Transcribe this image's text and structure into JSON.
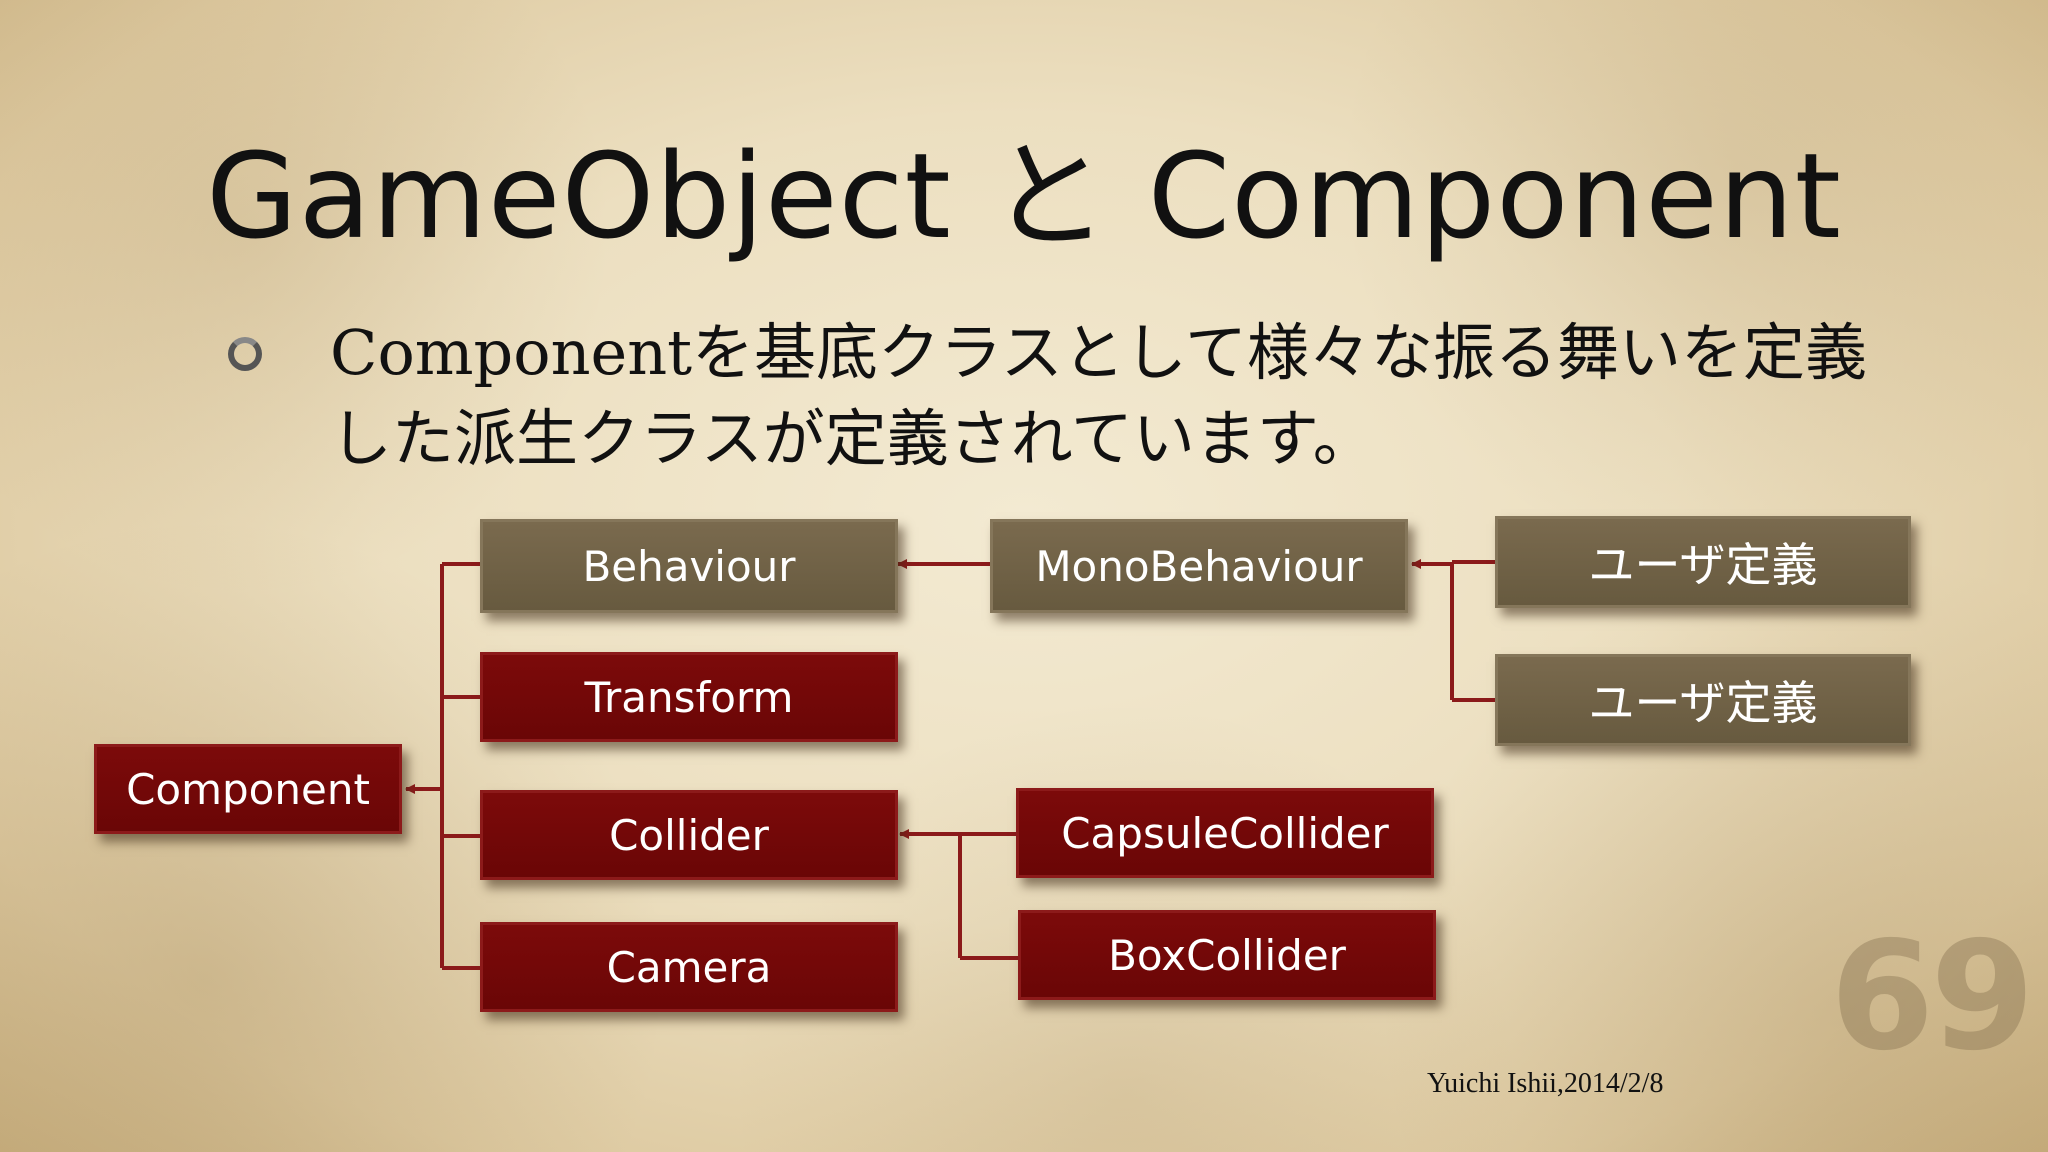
{
  "slide": {
    "title": "GameObject と Component",
    "bullet": "Componentを基底クラスとして様々な振る舞いを定義した派生クラスが定義されています。",
    "page_number": "69",
    "credit": "Yuichi Ishii,2014/2/8"
  },
  "diagram": {
    "nodes": {
      "component": "Component",
      "behaviour": "Behaviour",
      "transform": "Transform",
      "collider": "Collider",
      "camera": "Camera",
      "monobehaviour": "MonoBehaviour",
      "user_defined_1": "ユーザ定義",
      "user_defined_2": "ユーザ定義",
      "capsule_collider": "CapsuleCollider",
      "box_collider": "BoxCollider"
    },
    "colors": {
      "builtin": "#7c0a0a",
      "script": "#7a6a4e",
      "connector": "#8b1a1a"
    }
  }
}
